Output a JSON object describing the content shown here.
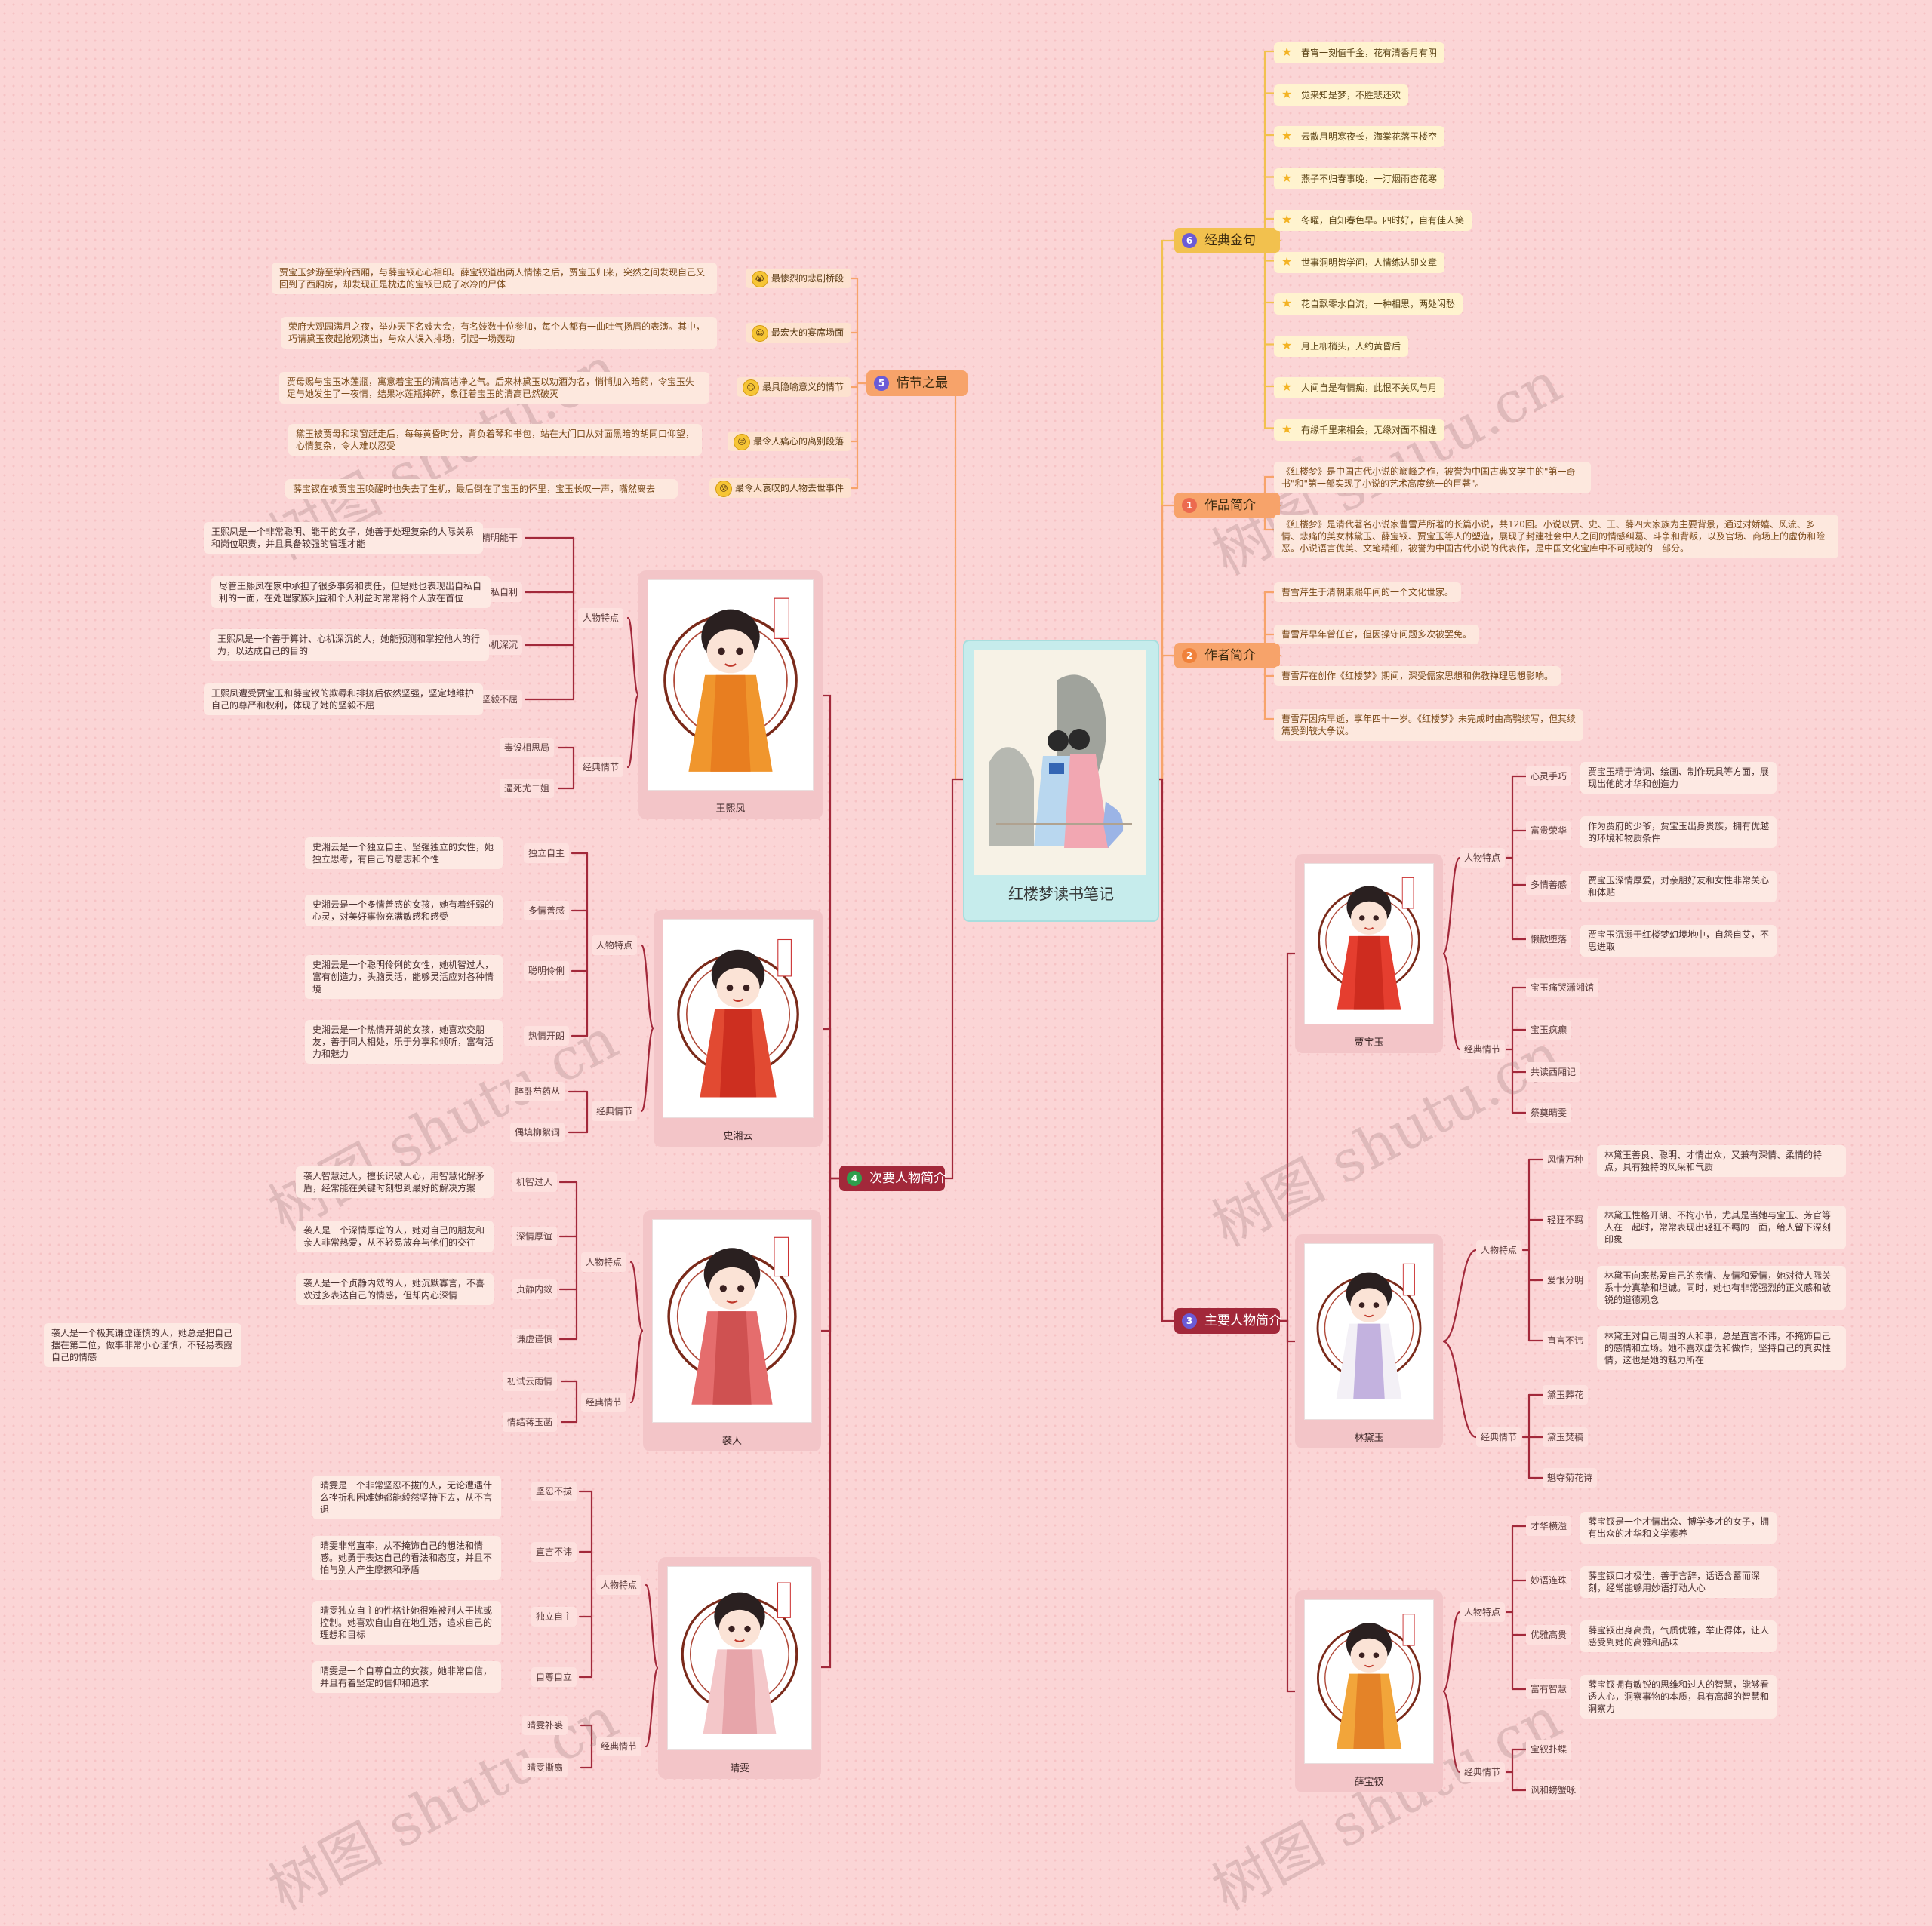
{
  "root": {
    "title": "红楼梦读书笔记"
  },
  "branches": [
    {
      "num": "6",
      "label": "经典金句",
      "color": "#f2c14e",
      "numColor": "#6b5bd6"
    },
    {
      "num": "1",
      "label": "作品简介",
      "color": "#f7a36a",
      "numColor": "#ec6a4f"
    },
    {
      "num": "2",
      "label": "作者简介",
      "color": "#f7a36a",
      "numColor": "#f0813a"
    },
    {
      "num": "3",
      "label": "主要人物简介",
      "color": "#a2283a",
      "numColor": "#6b5bd6"
    },
    {
      "num": "5",
      "label": "情节之最",
      "color": "#f7a36a",
      "numColor": "#6b5bd6"
    },
    {
      "num": "4",
      "label": "次要人物简介",
      "color": "#a2283a",
      "numColor": "#2e9e4d"
    }
  ],
  "quotes": [
    "春宵一刻值千金，花有清香月有阴",
    "觉来知是梦，不胜悲还欢",
    "云散月明寒夜长，海棠花落玉楼空",
    "燕子不归春事晚，一汀烟雨杏花寒",
    "冬曜，自知春色早。四时好，自有佳人笑",
    "世事洞明皆学问，人情练达即文章",
    "花自飘零水自流，一种相思，两处闲愁",
    "月上柳梢头，人约黄昏后",
    "人间自是有情痴，此恨不关风与月",
    "有缘千里来相会，无缘对面不相逢"
  ],
  "intro": [
    "《红楼梦》是中国古代小说的巅峰之作，被誉为中国古典文学中的\"第一奇书\"和\"第一部实现了小说的艺术高度统一的巨著\"。",
    "《红楼梦》是清代著名小说家曹雪芹所著的长篇小说，共120回。小说以贾、史、王、薛四大家族为主要背景，通过对娇嬉、风流、多情、悲痛的美女林黛玉、薛宝钗、贾宝玉等人的塑造，展现了封建社会中人之间的情感纠葛、斗争和背叛，以及官场、商场上的虚伪和险恶。小说语言优美、文笔精细，被誉为中国古代小说的代表作，是中国文化宝库中不可或缺的一部分。"
  ],
  "author": [
    "曹雪芹生于清朝康熙年间的一个文化世家。",
    "曹雪芹早年曾任官，但因操守问题多次被罢免。",
    "曹雪芹在创作《红楼梦》期间，深受儒家思想和佛教禅理思想影响。",
    "曹雪芹因病早逝，享年四十一岁。《红楼梦》未完成时由高鹗续写，但其续篇受到较大争议。"
  ],
  "plots": [
    {
      "label": "最惨烈的悲剧桥段",
      "emo": "😭",
      "text": "贾宝玉梦游至荣府西厢，与薛宝钗心心相印。薛宝钗道出两人情愫之后，贾宝玉归来，突然之间发现自己又回到了西厢房，却发现正是枕边的宝钗已成了冰冷的尸体"
    },
    {
      "label": "最宏大的宴席场面",
      "emo": "😀",
      "text": "荣府大观园满月之夜，举办天下名妓大会，有名妓数十位参加，每个人都有一曲吐气扬眉的表演。其中，巧请黛玉夜起抢观演出，与众人误入排场，引起一场轰动"
    },
    {
      "label": "最具隐喻意义的情节",
      "emo": "😊",
      "text": "贾母赐与宝玉冰莲瓶，寓意着宝玉的清高洁净之气。后来林黛玉以劝酒为名，悄悄加入暗药，令宝玉失足与她发生了一夜情，结果冰莲瓶摔碎，象征着宝玉的清高已然破灭"
    },
    {
      "label": "最令人痛心的离别段落",
      "emo": "😢",
      "text": "黛玉被贾母和琐窗赶走后，每每黄昏时分，背负着琴和书包，站在大门口从对面黑暗的胡同口仰望，心情复杂，令人难以忍受"
    },
    {
      "label": "最令人哀叹的人物去世事件",
      "emo": "😰",
      "text": "薛宝钗在被贾宝玉唤醒时也失去了生机，最后倒在了宝玉的怀里，宝玉长叹一声，嘴然离去"
    }
  ],
  "main_chars": [
    {
      "name": "贾宝玉",
      "seal": "贾宝玉",
      "traits": [
        {
          "label": "心灵手巧",
          "text": "贾宝玉精于诗词、绘画、制作玩具等方面，展现出他的才华和创造力"
        },
        {
          "label": "富贵荣华",
          "text": "作为贾府的少爷，贾宝玉出身贵族，拥有优越的环境和物质条件"
        },
        {
          "label": "多情善感",
          "text": "贾宝玉深情厚爱，对亲朋好友和女性非常关心和体贴"
        },
        {
          "label": "懒散堕落",
          "text": "贾宝玉沉溺于红楼梦幻境地中，自怨自艾，不思进取"
        }
      ],
      "plots": [
        "宝玉痛哭潇湘馆",
        "宝玉疯癫",
        "共读西厢记",
        "祭奠晴雯"
      ]
    },
    {
      "name": "林黛玉",
      "seal": "林黛玉",
      "traits": [
        {
          "label": "风情万种",
          "text": "林黛玉善良、聪明、才情出众，又兼有深情、柔情的特点，具有独特的风采和气质"
        },
        {
          "label": "轻狂不羁",
          "text": "林黛玉性格开朗、不拘小节，尤其是当她与宝玉、芳官等人在一起时，常常表现出轻狂不羁的一面，给人留下深刻印象"
        },
        {
          "label": "爱恨分明",
          "text": "林黛玉向来热爱自己的亲情、友情和爱情，她对待人际关系十分真挚和坦诚。同时，她也有非常强烈的正义感和敏锐的道德观念"
        },
        {
          "label": "直言不讳",
          "text": "林黛玉对自己周围的人和事，总是直言不讳，不掩饰自己的感情和立场。她不喜欢虚伪和做作，坚持自己的真实性情，这也是她的魅力所在"
        }
      ],
      "plots": [
        "黛玉葬花",
        "黛玉焚稿",
        "魁夺菊花诗"
      ]
    },
    {
      "name": "薛宝钗",
      "seal": "薛宝钗",
      "traits": [
        {
          "label": "才华横溢",
          "text": "薛宝钗是一个才情出众、博学多才的女子，拥有出众的才华和文学素养"
        },
        {
          "label": "妙语连珠",
          "text": "薛宝钗口才极佳，善于言辞，话语含蓄而深刻，经常能够用妙语打动人心"
        },
        {
          "label": "优雅高贵",
          "text": "薛宝钗出身高贵，气质优雅，举止得体，让人感受到她的高雅和品味"
        },
        {
          "label": "富有智慧",
          "text": "薛宝钗拥有敏锐的思维和过人的智慧，能够看透人心，洞察事物的本质，具有高超的智慧和洞察力"
        }
      ],
      "plots": [
        "宝钗扑蝶",
        "讽和螃蟹咏"
      ]
    }
  ],
  "minor_chars": [
    {
      "name": "王熙凤",
      "seal": "王熙凤",
      "traits": [
        {
          "label": "精明能干",
          "text": "王熙凤是一个非常聪明、能干的女子，她善于处理复杂的人际关系和岗位职责，并且具备较强的管理才能"
        },
        {
          "label": "自私自利",
          "text": "尽管王熙凤在家中承担了很多事务和责任，但是她也表现出自私自利的一面，在处理家族利益和个人利益时常常将个人放在首位"
        },
        {
          "label": "心机深沉",
          "text": "王熙凤是一个善于算计、心机深沉的人，她能预测和掌控他人的行为，以达成自己的目的"
        },
        {
          "label": "坚毅不屈",
          "text": "王熙凤遭受贾宝玉和薛宝钗的欺辱和排挤后依然坚强，坚定地维护自己的尊严和权利，体现了她的坚毅不屈"
        }
      ],
      "plots": [
        "毒设相思局",
        "逼死尤二姐"
      ]
    },
    {
      "name": "史湘云",
      "seal": "史湘云",
      "traits": [
        {
          "label": "独立自主",
          "text": "史湘云是一个独立自主、坚强独立的女性，她独立思考，有自己的意志和个性"
        },
        {
          "label": "多情善感",
          "text": "史湘云是一个多情善感的女孩，她有着纤弱的心灵，对美好事物充满敏感和感受"
        },
        {
          "label": "聪明伶俐",
          "text": "史湘云是一个聪明伶俐的女性，她机智过人，富有创造力，头脑灵活，能够灵活应对各种情境"
        },
        {
          "label": "热情开朗",
          "text": "史湘云是一个热情开朗的女孩，她喜欢交朋友，善于同人相处，乐于分享和倾听，富有活力和魅力"
        }
      ],
      "plots": [
        "醉卧芍药丛",
        "偶填柳絮词"
      ]
    },
    {
      "name": "袭人",
      "seal": "袭人",
      "traits": [
        {
          "label": "机智过人",
          "text": "袭人智慧过人，擅长识破人心，用智慧化解矛盾，经常能在关键时刻想到最好的解决方案"
        },
        {
          "label": "深情厚谊",
          "text": "袭人是一个深情厚谊的人，她对自己的朋友和亲人非常热爱，从不轻易放弃与他们的交往"
        },
        {
          "label": "贞静内敛",
          "text": "袭人是一个贞静内敛的人，她沉默寡言，不喜欢过多表达自己的情感，但却内心深情"
        },
        {
          "label": "谦虚谨慎",
          "text": "袭人是一个极其谦虚谨慎的人，她总是把自己摆在第二位，做事非常小心谨慎，不轻易表露自己的情感"
        }
      ],
      "plots": [
        "初试云雨情",
        "情结蒋玉菡"
      ]
    },
    {
      "name": "晴雯",
      "seal": "晴雯",
      "traits": [
        {
          "label": "坚忍不拔",
          "text": "晴雯是一个非常坚忍不拔的人，无论遭遇什么挫折和困难她都能毅然坚持下去，从不言退"
        },
        {
          "label": "直言不讳",
          "text": "晴雯非常直率，从不掩饰自己的想法和情感。她勇于表达自己的看法和态度，并且不怕与别人产生摩擦和矛盾"
        },
        {
          "label": "独立自主",
          "text": "晴雯独立自主的性格让她很难被别人干扰或控制。她喜欢自由自在地生活，追求自己的理想和目标"
        },
        {
          "label": "自尊自立",
          "text": "晴雯是一个自尊自立的女孩，她非常自信，并且有着坚定的信仰和追求"
        }
      ],
      "plots": [
        "晴雯补裘",
        "晴雯撕扇"
      ]
    }
  ],
  "group_labels": {
    "traits": "人物特点",
    "plots": "经典情节"
  },
  "watermark": "树图 shutu.cn",
  "colors": {
    "bg": "#fbd5d6",
    "gold": "#f2c14e",
    "peach": "#f7a36a",
    "crimson": "#a2283a",
    "center": "#c6ecec"
  }
}
